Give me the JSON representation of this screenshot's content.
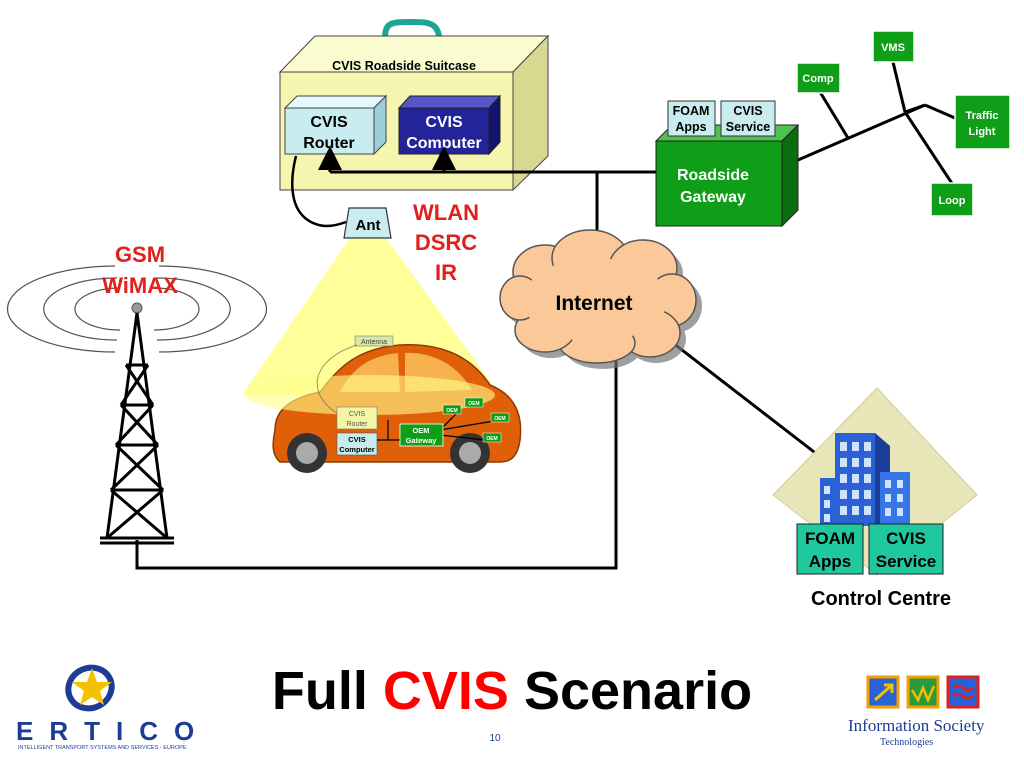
{
  "slide": {
    "title_prefix": "Full",
    "title_highlight": "CVIS",
    "title_suffix": "Scenario",
    "page_number": "10"
  },
  "suitcase": {
    "label": "CVIS Roadside Suitcase",
    "router_line1": "CVIS",
    "router_line2": "Router",
    "computer_line1": "CVIS",
    "computer_line2": "Computer",
    "antenna": "Ant"
  },
  "wireless": {
    "short_range_1": "WLAN",
    "short_range_2": "DSRC",
    "short_range_3": "IR",
    "cellular_1": "GSM",
    "cellular_2": "WiMAX"
  },
  "internet": {
    "label": "Internet"
  },
  "roadside_gateway": {
    "line1": "Roadside",
    "line2": "Gateway",
    "foam_line1": "FOAM",
    "foam_line2": "Apps",
    "service_line1": "CVIS",
    "service_line2": "Service"
  },
  "field_devices": {
    "vms": "VMS",
    "comp": "Comp",
    "traffic_line1": "Traffic",
    "traffic_line2": "Light",
    "loop": "Loop"
  },
  "vehicle": {
    "antenna": "Antenna",
    "router_line1": "CVIS",
    "router_line2": "Router",
    "computer_line1": "CVIS",
    "computer_line2": "Computer",
    "oem_gateway_line1": "OEM",
    "oem_gateway_line2": "Gateway",
    "oem_1": "OEM",
    "oem_2": "OEM",
    "oem_3": "OEM",
    "oem_4": "OEM"
  },
  "control_centre": {
    "label": "Control Centre",
    "foam_line1": "FOAM",
    "foam_line2": "Apps",
    "service_line1": "CVIS",
    "service_line2": "Service"
  },
  "logos": {
    "ertico_name": "ERTICO",
    "ertico_tagline": "INTELLIGENT TRANSPORT SYSTEMS AND SERVICES - EUROPE",
    "ist_line1": "Information Society",
    "ist_line2": "Technologies"
  },
  "colors": {
    "title_highlight": "#ff0000",
    "wireless_labels": "#e0201b",
    "gateway_green": "#0f9e17",
    "suitcase_yellow": "#f5f5b0",
    "router_cyan": "#c8ecf0",
    "computer_navy": "#24249a",
    "teal_box": "#20c8a0",
    "cloud": "#fbc89a",
    "car_orange": "#e0600a"
  }
}
